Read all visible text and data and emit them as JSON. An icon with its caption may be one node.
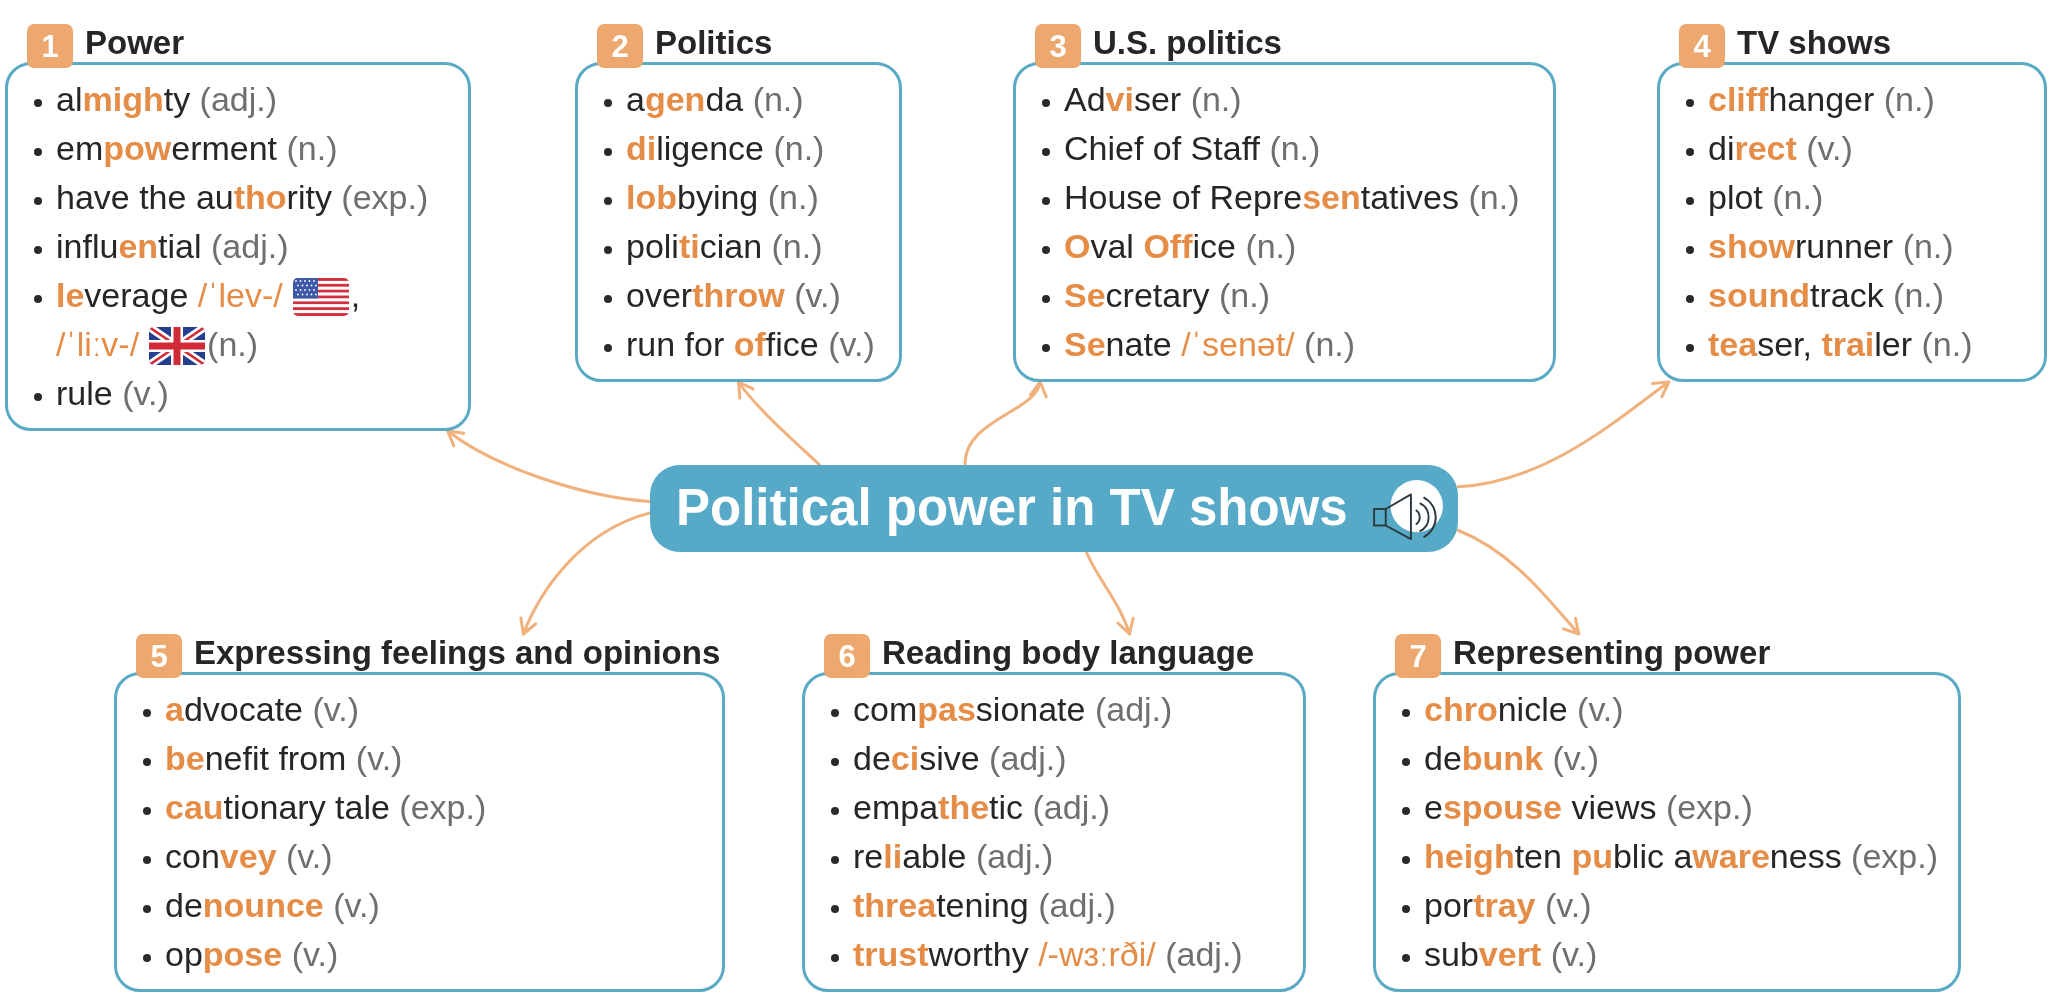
{
  "diagram": {
    "nodes": [
      {
        "text": [
          "Political power in TV shows"
        ]
      },
      {
        "text": [
          "1",
          "Power",
          "al**migh**ty (adj.)",
          "em**pow**erment (n.)",
          "have the au**tho**rity (exp.)",
          "influ**en**tial (adj.)",
          "**le**verage /ˈlev-/ , /ˈliːv-/ (n.)",
          "rule (v.)"
        ]
      },
      {
        "text": [
          "2",
          "Politics",
          "a**gen**da (n.)",
          "**di**ligence (n.)",
          "**lob**bying (n.)",
          "poli**ti**cian (n.)",
          "over**throw** (v.)",
          "run for **of**fice (v.)"
        ]
      },
      {
        "text": [
          "3",
          "U.S. politics",
          "Ad**vi**ser (n.)",
          "Chief of Staff (n.)",
          "House of Repre**sen**tatives (n.)",
          "**O**val **Off**ice (n.)",
          "**Se**cretary (n.)",
          "**Se**nate /ˈsenət/ (n.)"
        ]
      },
      {
        "text": [
          "4",
          "TV shows",
          "**cliff**hanger (n.)",
          "di**rect** (v.)",
          "plot (n.)",
          "**show**runner (n.)",
          "**sound**track (n.)",
          "**tea**ser, **trai**ler (n.)"
        ]
      },
      {
        "text": [
          "5",
          "Expressing feelings and opinions",
          "**a**dvocate (v.)",
          "**be**nefit from (v.)",
          "**cau**tionary tale (exp.)",
          "con**vey** (v.)",
          "de**nounce** (v.)",
          "op**pose** (v.)"
        ]
      },
      {
        "text": [
          "6",
          "Reading body language",
          "com**pas**sionate (adj.)",
          "de**ci**sive (adj.)",
          "empa**the**tic (adj.)",
          "re**li**able (adj.)",
          "**threa**tening (adj.)",
          "**trust**worthy /-wɜːrði/ (adj.)"
        ]
      },
      {
        "text": [
          "7",
          "Representing power",
          "**chro**nicle (v.)",
          "de**bunk** (v.)",
          "e**spouse** views (exp.)",
          "**heigh**ten **pu**blic a**ware**ness (exp.)",
          "por**tray** (v.)",
          "sub**vert** (v.)"
        ]
      }
    ],
    "edges": [
      {
        "from": 0,
        "to": 1,
        "arrow": "to"
      },
      {
        "from": 0,
        "to": 2,
        "arrow": "to"
      },
      {
        "from": 0,
        "to": 3,
        "arrow": "to"
      },
      {
        "from": 0,
        "to": 4,
        "arrow": "to"
      },
      {
        "from": 0,
        "to": 5,
        "arrow": "to"
      },
      {
        "from": 0,
        "to": 6,
        "arrow": "to"
      },
      {
        "from": 0,
        "to": 7,
        "arrow": "to"
      }
    ]
  }
}
